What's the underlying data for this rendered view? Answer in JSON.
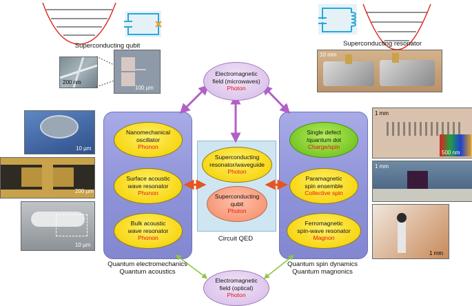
{
  "top_left": {
    "caption": "Superconducting qubit",
    "scale_a": "200 nm",
    "scale_b": "100 µm"
  },
  "top_right": {
    "caption": "Superconducting resonator",
    "scale": "10 mm"
  },
  "em_top": {
    "line1": "Electromagnetic",
    "line2": "field (microwaves)",
    "sub": "Photon"
  },
  "em_bottom": {
    "line1": "Electromagnetic",
    "line2": "field (optical)",
    "sub": "Photon"
  },
  "left_panel": {
    "caption1": "Quantum electromechanics",
    "caption2": "Quantum acoustics",
    "items": [
      {
        "line1": "Nanomechanical",
        "line2": "oscillator",
        "sub": "Phonon"
      },
      {
        "line1": "Surface acoustic",
        "line2": "wave resonator",
        "sub": "Phonon"
      },
      {
        "line1": "Bulk acoustic",
        "line2": "wave resonator",
        "sub": "Phonon"
      }
    ]
  },
  "center": {
    "caption": "Circuit QED",
    "items": [
      {
        "line1": "Superconducting",
        "line2": "resonator/waveguide",
        "sub": "Photon"
      },
      {
        "line1": "Superconducting",
        "line2": "qubit",
        "sub": "Photon"
      }
    ]
  },
  "right_panel": {
    "caption1": "Quantum spin dynamics",
    "caption2": "Quantum magnonics",
    "items": [
      {
        "line1": "Single defect",
        "line2": "/quantum dot",
        "sub": "Charge/spin"
      },
      {
        "line1": "Paramagnetic",
        "line2": "spin ensemble",
        "sub": "Collective spin"
      },
      {
        "line1": "Ferromagnetic",
        "line2": "spin-wave resonator",
        "sub": "Magnon"
      }
    ]
  },
  "left_photos": {
    "a": "10 µm",
    "b": "200 µm",
    "c": "10 µm"
  },
  "right_photos": {
    "a": "1 mm",
    "a_inset": "500 nm",
    "b": "1 mm",
    "c": "1 mm"
  },
  "colors": {
    "arrow_purple": "#b25fc8",
    "arrow_orange": "#e8531e",
    "arrow_green": "#8cc63f",
    "sub_red": "#e8140f"
  }
}
